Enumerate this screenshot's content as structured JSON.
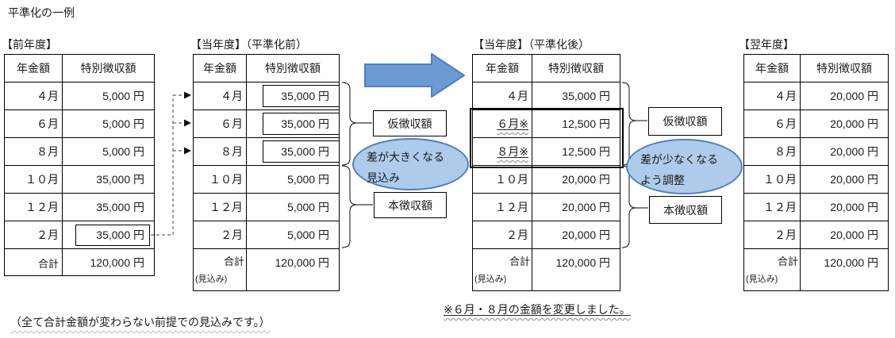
{
  "title": "平準化の一例",
  "colors": {
    "arrow_fill": "#6C9BD4",
    "arrow_border": "#4F81BD",
    "ellipse_fill": "#AECBEB",
    "ellipse_border": "#4F81BD",
    "table_border": "#000000"
  },
  "tables": [
    {
      "label": "【前年度】",
      "headers": [
        "年金額",
        "特別徴収額"
      ],
      "rows": [
        {
          "month": "４月",
          "amount": "5,000 円"
        },
        {
          "month": "６月",
          "amount": "5,000 円"
        },
        {
          "month": "８月",
          "amount": "5,000 円"
        },
        {
          "month": "１０月",
          "amount": "35,000 円"
        },
        {
          "month": "１２月",
          "amount": "35,000 円"
        },
        {
          "month": "２月",
          "amount": "35,000 円"
        }
      ],
      "total": {
        "label": "合計",
        "amount": "120,000 円"
      }
    },
    {
      "label": "【当年度】（平準化前）",
      "headers": [
        "年金額",
        "特別徴収額"
      ],
      "rows": [
        {
          "month": "４月",
          "amount": "35,000 円"
        },
        {
          "month": "６月",
          "amount": "35,000 円"
        },
        {
          "month": "８月",
          "amount": "35,000 円"
        },
        {
          "month": "１０月",
          "amount": "5,000 円"
        },
        {
          "month": "１２月",
          "amount": "5,000 円"
        },
        {
          "month": "２月",
          "amount": "5,000 円"
        }
      ],
      "total": {
        "label": "合計",
        "sublabel": "(見込み)",
        "amount": "120,000 円"
      }
    },
    {
      "label": "【当年度】（平準化後）",
      "headers": [
        "年金額",
        "特別徴収額"
      ],
      "rows": [
        {
          "month": "４月",
          "amount": "35,000 円"
        },
        {
          "month": "６月※",
          "amount": "12,500 円"
        },
        {
          "month": "８月※",
          "amount": "12,500 円"
        },
        {
          "month": "１０月",
          "amount": "20,000 円"
        },
        {
          "month": "１２月",
          "amount": "20,000 円"
        },
        {
          "month": "２月",
          "amount": "20,000 円"
        }
      ],
      "total": {
        "label": "合計",
        "sublabel": "(見込み)",
        "amount": "120,000 円"
      }
    },
    {
      "label": "【翌年度】",
      "headers": [
        "年金額",
        "特別徴収額"
      ],
      "rows": [
        {
          "month": "４月",
          "amount": "20,000 円"
        },
        {
          "month": "６月",
          "amount": "20,000 円"
        },
        {
          "month": "８月",
          "amount": "20,000 円"
        },
        {
          "month": "１０月",
          "amount": "20,000 円"
        },
        {
          "month": "１２月",
          "amount": "20,000 円"
        },
        {
          "month": "２月",
          "amount": "20,000 円"
        }
      ],
      "total": {
        "label": "合計",
        "sublabel": "(見込み)",
        "amount": "120,000 円"
      }
    }
  ],
  "annotations": {
    "before_group": {
      "provisional_label": "仮徴収額",
      "final_label": "本徴収額",
      "bubble": [
        "差が大きくなる",
        "見込み"
      ]
    },
    "after_group": {
      "provisional_label": "仮徴収額",
      "final_label": "本徴収額",
      "bubble": [
        "差が少なくなる",
        "よう調整"
      ]
    }
  },
  "footnotes": {
    "change_note": "※６月・８月の金額を変更しました。",
    "assumption_note": "（全て合計金額が変わらない前提での見込みです。）"
  }
}
